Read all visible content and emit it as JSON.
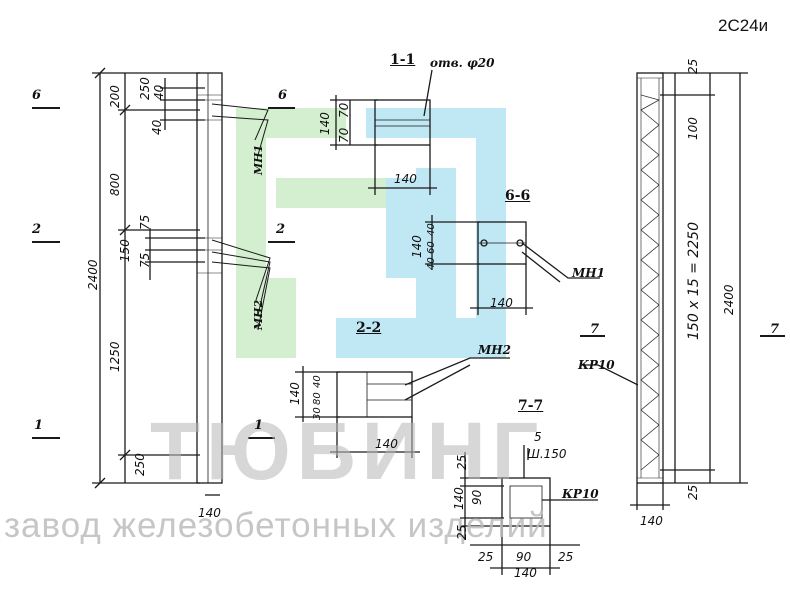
{
  "title": {
    "code": "2С24и"
  },
  "watermark": {
    "brand": "ТЮБИНГ",
    "tagline": "завод железобетонных изделий"
  },
  "sections": {
    "s1_1": "1-1",
    "s6_6": "6-6",
    "s2_2": "2-2",
    "s7_7": "7-7",
    "cut6": "6",
    "cut2": "2",
    "cut1": "1",
    "cut7": "7"
  },
  "labels": {
    "hole": "отв. φ20",
    "mn1": "МН1",
    "mn2": "МН2",
    "kr10": "КР10",
    "spacing": "Ш.150"
  },
  "left_view": {
    "total": "2400",
    "d200": "200",
    "d800": "800",
    "d1250": "1250",
    "d250a": "250",
    "d40a": "40",
    "d40b": "40",
    "d75a": "75",
    "d150": "150",
    "d75b": "75",
    "d250b": "250",
    "width": "140"
  },
  "section_1_1": {
    "h140": "140",
    "h70a": "70",
    "h70b": "70",
    "w140": "140"
  },
  "section_6_6": {
    "h140": "140",
    "h40a": "40",
    "h60": "60",
    "h40b": "40",
    "w140": "140"
  },
  "section_2_2": {
    "h140": "140",
    "h30": "30",
    "h80": "80",
    "h40": "40",
    "w140": "140"
  },
  "section_7_7": {
    "top5": "5",
    "h25a": "25",
    "h90": "90",
    "h25b": "25",
    "h140": "140",
    "w25a": "25",
    "w90": "90",
    "w25b": "25",
    "w140": "140"
  },
  "right_view": {
    "d25a": "25",
    "d100": "100",
    "spacing": "150 х 15 = 2250",
    "total": "2400",
    "d25b": "25",
    "width": "140"
  }
}
